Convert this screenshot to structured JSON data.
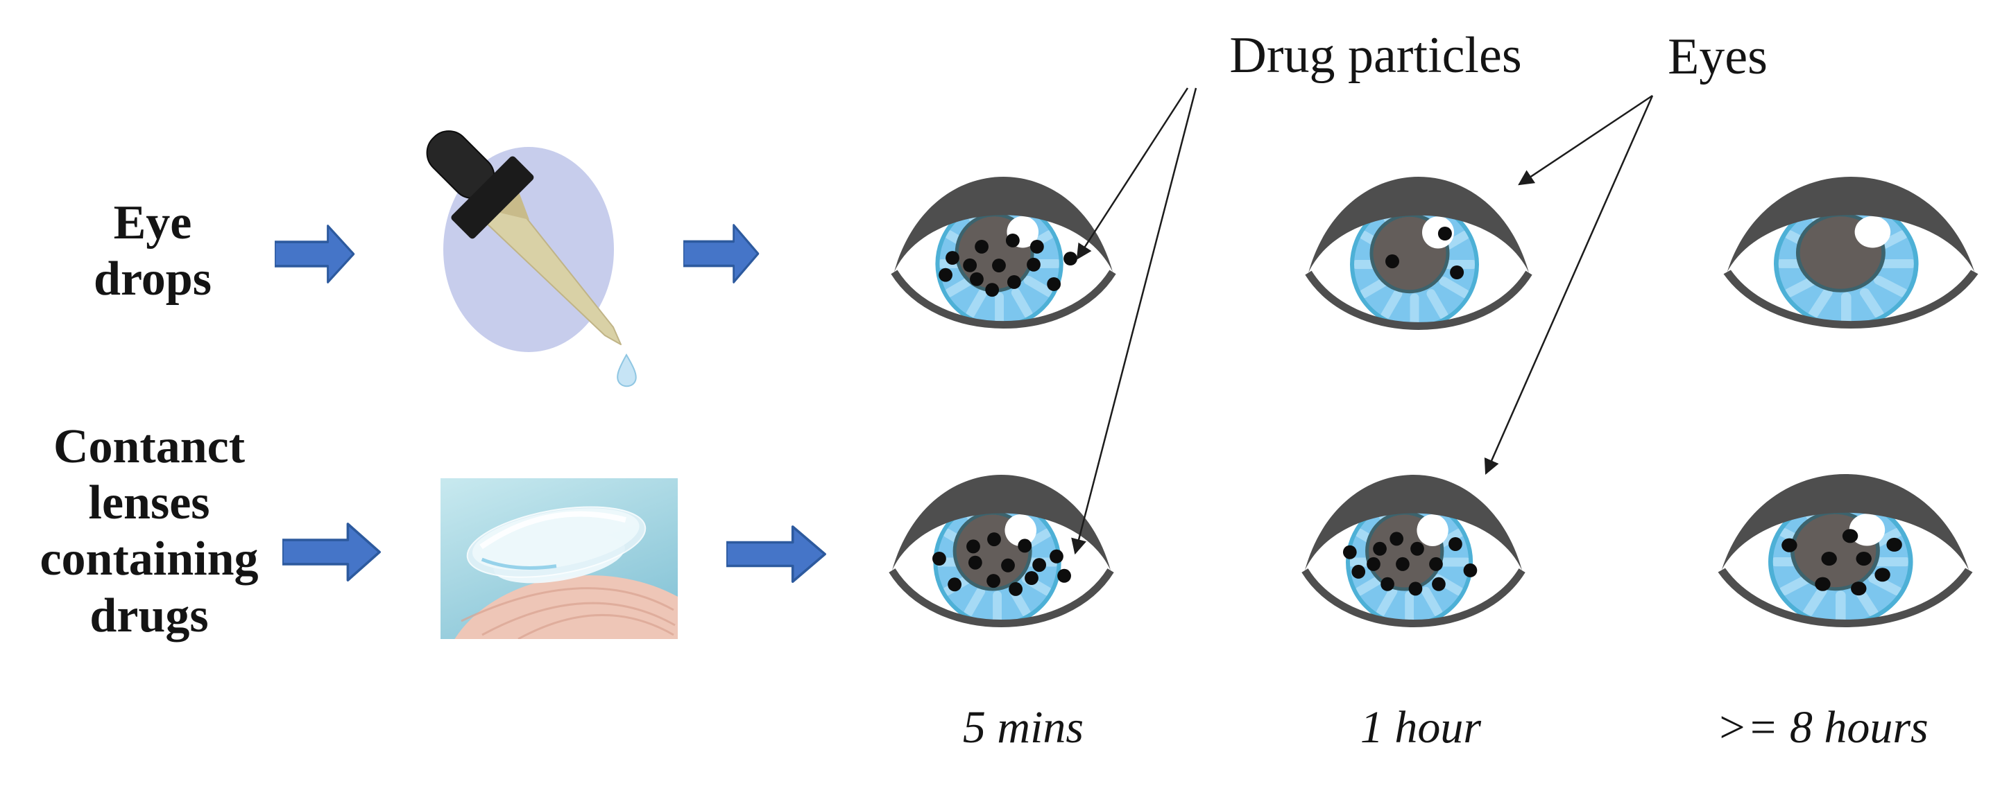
{
  "annotations": {
    "drug_particles_label": "Drug particles",
    "eyes_label": "Eyes"
  },
  "row_labels": [
    {
      "id": "eye-drops",
      "lines": [
        "Eye",
        "drops"
      ]
    },
    {
      "id": "contact-lenses",
      "lines": [
        "Contanct",
        "lenses",
        "containing",
        "drugs"
      ]
    }
  ],
  "timepoints": [
    {
      "label": "5 mins"
    },
    {
      "label": "1 hour"
    },
    {
      "label": ">= 8 hours"
    }
  ],
  "illustrations": {
    "eye_dropper": "eye-dropper-dispensing-drop",
    "contact_lens": "contact-lens-on-fingertip"
  },
  "eyes": [
    {
      "row": "Eye drops",
      "time": "5 mins",
      "particle_count": 13,
      "particles": [
        [
          0.404,
          0.463
        ],
        [
          0.541,
          0.426
        ],
        [
          0.648,
          0.463
        ],
        [
          0.275,
          0.529
        ],
        [
          0.352,
          0.573
        ],
        [
          0.48,
          0.574
        ],
        [
          0.633,
          0.569
        ],
        [
          0.795,
          0.533
        ],
        [
          0.245,
          0.63
        ],
        [
          0.382,
          0.655
        ],
        [
          0.45,
          0.718
        ],
        [
          0.547,
          0.672
        ],
        [
          0.722,
          0.684
        ]
      ]
    },
    {
      "row": "Eye drops",
      "time": "1 hour",
      "particle_count": 3,
      "particles": [
        [
          0.615,
          0.382
        ],
        [
          0.385,
          0.545
        ],
        [
          0.667,
          0.61
        ]
      ]
    },
    {
      "row": "Eye drops",
      "time": ">= 8 hours",
      "particle_count": 0,
      "particles": []
    },
    {
      "row": "Contanct lenses containing drugs",
      "time": "5 mins",
      "particle_count": 13,
      "particles": [
        [
          0.468,
          0.429
        ],
        [
          0.603,
          0.467
        ],
        [
          0.376,
          0.471
        ],
        [
          0.226,
          0.543
        ],
        [
          0.385,
          0.566
        ],
        [
          0.529,
          0.583
        ],
        [
          0.667,
          0.58
        ],
        [
          0.743,
          0.53
        ],
        [
          0.294,
          0.695
        ],
        [
          0.465,
          0.674
        ],
        [
          0.563,
          0.722
        ],
        [
          0.633,
          0.657
        ],
        [
          0.777,
          0.644
        ]
      ]
    },
    {
      "row": "Contanct lenses containing drugs",
      "time": "1 hour",
      "particle_count": 13,
      "particles": [
        [
          0.425,
          0.426
        ],
        [
          0.517,
          0.485
        ],
        [
          0.686,
          0.457
        ],
        [
          0.351,
          0.485
        ],
        [
          0.218,
          0.505
        ],
        [
          0.323,
          0.575
        ],
        [
          0.452,
          0.575
        ],
        [
          0.6,
          0.575
        ],
        [
          0.256,
          0.62
        ],
        [
          0.752,
          0.612
        ],
        [
          0.385,
          0.693
        ],
        [
          0.612,
          0.693
        ],
        [
          0.509,
          0.72
        ]
      ]
    },
    {
      "row": "Contanct lenses containing drugs",
      "time": ">= 8 hours",
      "particle_count": 8,
      "particles": [
        [
          0.519,
          0.412
        ],
        [
          0.691,
          0.463
        ],
        [
          0.282,
          0.466
        ],
        [
          0.437,
          0.545
        ],
        [
          0.572,
          0.545
        ],
        [
          0.645,
          0.639
        ],
        [
          0.412,
          0.694
        ],
        [
          0.552,
          0.72
        ]
      ]
    }
  ],
  "colors": {
    "arrow_fill": "#4575c8",
    "arrow_stroke": "#2d5a9e",
    "eyelid": "#4e4e4e",
    "iris": "#7cc6ee",
    "iris_rim": "#4db0d6",
    "pupil": "#635d5a",
    "particle": "#0d0d0d",
    "dropper_circle": "#c7cdec",
    "annotation_line": "#1c1c1c",
    "text": "#141414"
  }
}
